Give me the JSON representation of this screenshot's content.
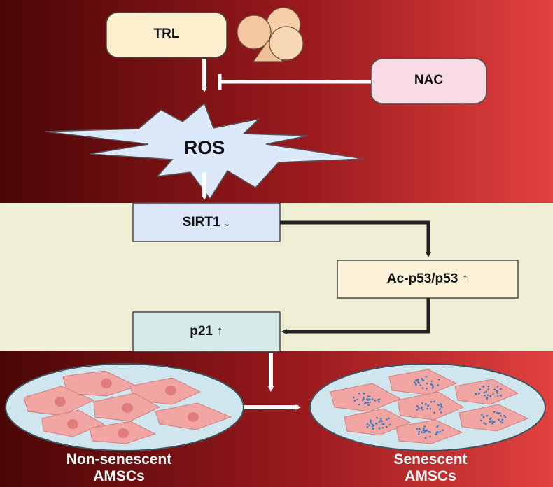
{
  "nodes": {
    "trl": "TRL",
    "nac": "NAC",
    "ros": "ROS",
    "sirt1": "SIRT1 ↓",
    "acp53": "Ac-p53/p53 ↑",
    "p21": "p21 ↑"
  },
  "captions": {
    "non_senescent_line1": "Non-senescent",
    "non_senescent_line2": "AMSCs",
    "senescent_line1": "Senescent",
    "senescent_line2": "AMSCs"
  },
  "colors": {
    "band_dark": "#4a0606",
    "band_mid": "#9a1a1e",
    "band_light": "#e2413f",
    "middle_panel": "#eeefd4",
    "trl_box": "#fbefcd",
    "nac_box": "#f9dbe5",
    "ros_burst": "#dbe9fb",
    "sirt1_box": "#dbe7f8",
    "acp53_box": "#fcf2d8",
    "p21_box": "#d6ebe9",
    "dish": "#cfe6ef",
    "cell": "#f2a6a3",
    "cell_nucleus": "#e07d7c",
    "senescence_dots": "#3d79b8"
  },
  "icons": [
    "cells-cluster-icon",
    "inhibition-tbar-icon",
    "arrow-icon",
    "petri-dish-icon"
  ]
}
